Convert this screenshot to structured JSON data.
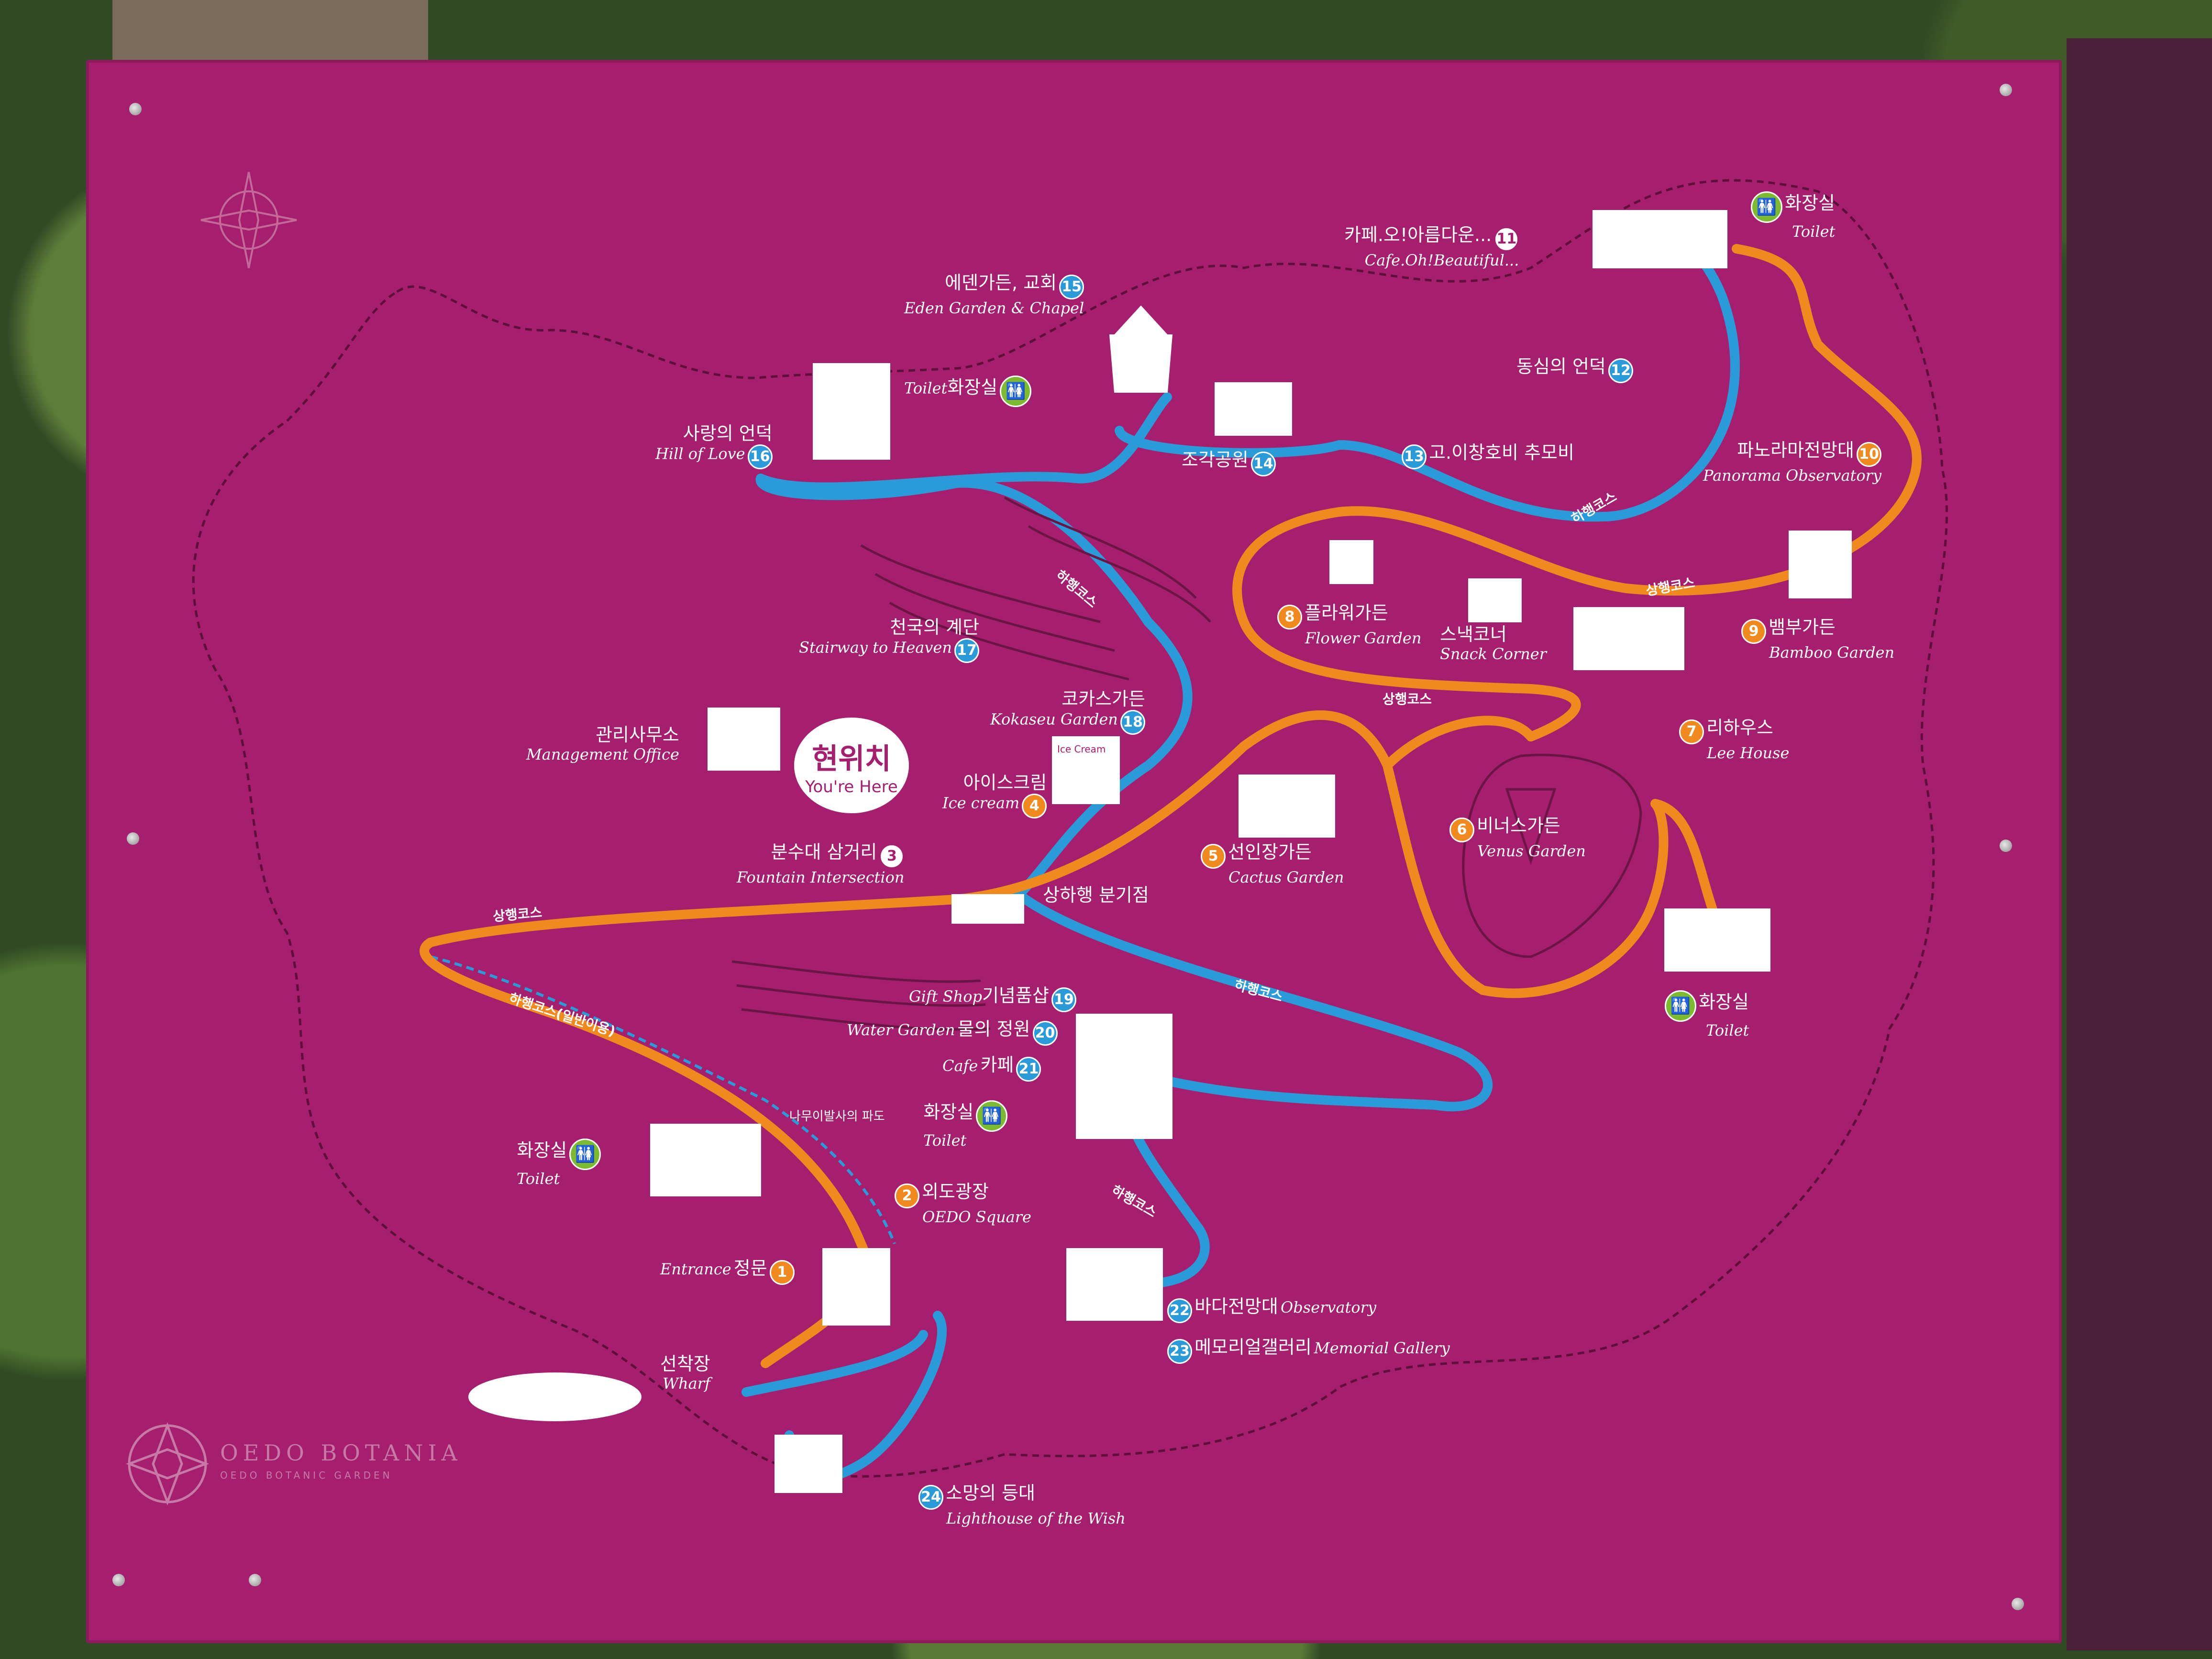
{
  "colors": {
    "board": "#a51f6e",
    "down_route": "#2a9ad8",
    "up_route": "#f08a1f",
    "toilet": "#7dba2f"
  },
  "here": {
    "ko": "현위치",
    "en": "You're Here"
  },
  "course_labels": {
    "up": "상행코스",
    "down": "하행코스",
    "down_extra": "하행코스(일반이용)"
  },
  "branch": "상하행 분기점",
  "walkway": "나무이발사의 파도",
  "logo": {
    "title": "OEDO BOTANIA",
    "subtitle": "OEDO BOTANIC GARDEN"
  },
  "places": [
    {
      "id": "1",
      "ko": "정문",
      "en": "Entrance"
    },
    {
      "id": "2",
      "ko": "외도광장",
      "en": "OEDO Square"
    },
    {
      "id": "3",
      "ko": "분수대 삼거리",
      "en": "Fountain Intersection"
    },
    {
      "id": "4",
      "ko": "아이스크림",
      "en": "Ice cream"
    },
    {
      "id": "5",
      "ko": "선인장가든",
      "en": "Cactus Garden"
    },
    {
      "id": "6",
      "ko": "비너스가든",
      "en": "Venus Garden"
    },
    {
      "id": "7",
      "ko": "리하우스",
      "en": "Lee House"
    },
    {
      "id": "8",
      "ko": "플라워가든",
      "en": "Flower Garden"
    },
    {
      "id": "9",
      "ko": "뱀부가든",
      "en": "Bamboo Garden"
    },
    {
      "id": "10",
      "ko": "파노라마전망대",
      "en": "Panorama Observatory"
    },
    {
      "id": "11",
      "ko": "카페.오!아름다운...",
      "en": "Cafe.Oh!Beautiful..."
    },
    {
      "id": "12",
      "ko": "동심의 언덕",
      "en": ""
    },
    {
      "id": "13",
      "ko": "고.이창호비 추모비",
      "en": ""
    },
    {
      "id": "14",
      "ko": "조각공원",
      "en": ""
    },
    {
      "id": "15",
      "ko": "에덴가든, 교회",
      "en": "Eden Garden & Chapel"
    },
    {
      "id": "16",
      "ko": "사랑의 언덕",
      "en": "Hill of Love"
    },
    {
      "id": "17",
      "ko": "천국의 계단",
      "en": "Stairway to Heaven"
    },
    {
      "id": "18",
      "ko": "코카스가든",
      "en": "Kokaseu Garden"
    },
    {
      "id": "19",
      "ko": "기념품샵",
      "en": "Gift Shop"
    },
    {
      "id": "20",
      "ko": "물의 정원",
      "en": "Water Garden"
    },
    {
      "id": "21",
      "ko": "카페",
      "en": "Cafe"
    },
    {
      "id": "22",
      "ko": "바다전망대",
      "en": "Observatory"
    },
    {
      "id": "23",
      "ko": "메모리얼갤러리",
      "en": "Memorial Gallery"
    },
    {
      "id": "24",
      "ko": "소망의 등대",
      "en": "Lighthouse of the Wish"
    }
  ],
  "other": {
    "mgmt": {
      "ko": "관리사무소",
      "en": "Management Office"
    },
    "snack": {
      "ko": "스낵코너",
      "en": "Snack Corner"
    },
    "wharf": {
      "ko": "선착장",
      "en": "Wharf"
    },
    "toilet_ko": "화장실",
    "toilet_en": "Toilet",
    "ice_sign": "Ice Cream"
  }
}
